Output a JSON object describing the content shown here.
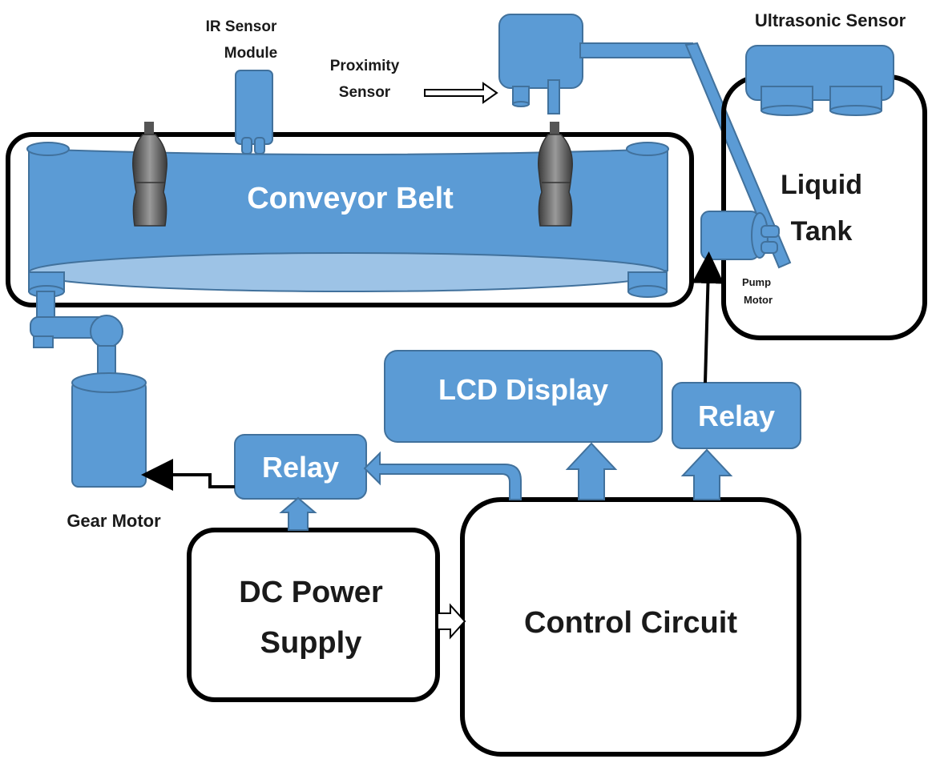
{
  "labels": {
    "ir_sensor_line1": "IR Sensor",
    "ir_sensor_line2": "Module",
    "proximity_line1": "Proximity",
    "proximity_line2": "Sensor",
    "ultrasonic": "Ultrasonic Sensor",
    "conveyor": "Conveyor Belt",
    "liquid_line1": "Liquid",
    "liquid_line2": "Tank",
    "pump_line1": "Pump",
    "pump_line2": "Motor",
    "lcd": "LCD Display",
    "relay_right": "Relay",
    "relay_left": "Relay",
    "gear_motor": "Gear Motor",
    "dc_line1": "DC Power",
    "dc_line2": "Supply",
    "control": "Control Circuit"
  },
  "colors": {
    "component_fill": "#5b9bd5",
    "component_stroke": "#41719c",
    "outline": "#000000",
    "belt_bottom": "#9dc3e6",
    "bottle": "#6b6b6b"
  }
}
